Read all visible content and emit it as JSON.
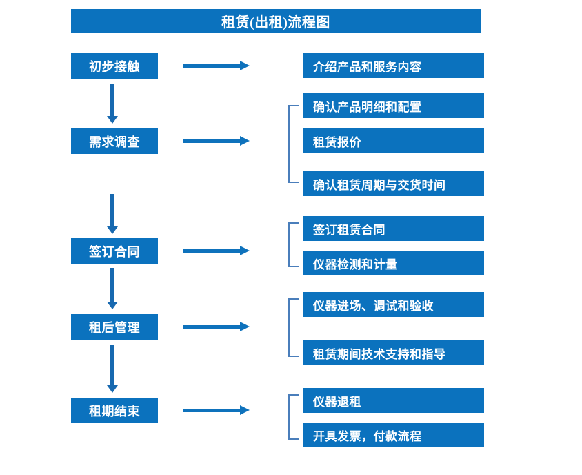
{
  "chart": {
    "title": "租赁(出租)流程图",
    "colors": {
      "box_fill": "#0b72be",
      "box_text": "#ffffff",
      "arrow": "#0e72bc",
      "vertical_arrow": "#1769b0",
      "bracket": "#4a7ebb",
      "background": "#ffffff"
    }
  },
  "stages": [
    {
      "label": "初步接触"
    },
    {
      "label": "需求调查"
    },
    {
      "label": "签订合同"
    },
    {
      "label": "租后管理"
    },
    {
      "label": "租期结束"
    }
  ],
  "details": [
    {
      "label": "介绍产品和服务内容"
    },
    {
      "label": "确认产品明细和配置"
    },
    {
      "label": "租赁报价"
    },
    {
      "label": "确认租赁周期与交货时间"
    },
    {
      "label": "签订租赁合同"
    },
    {
      "label": "仪器检测和计量"
    },
    {
      "label": "仪器进场、调试和验收"
    },
    {
      "label": "租赁期间技术支持和指导"
    },
    {
      "label": "仪器退租"
    },
    {
      "label": "开具发票，付款流程"
    }
  ]
}
